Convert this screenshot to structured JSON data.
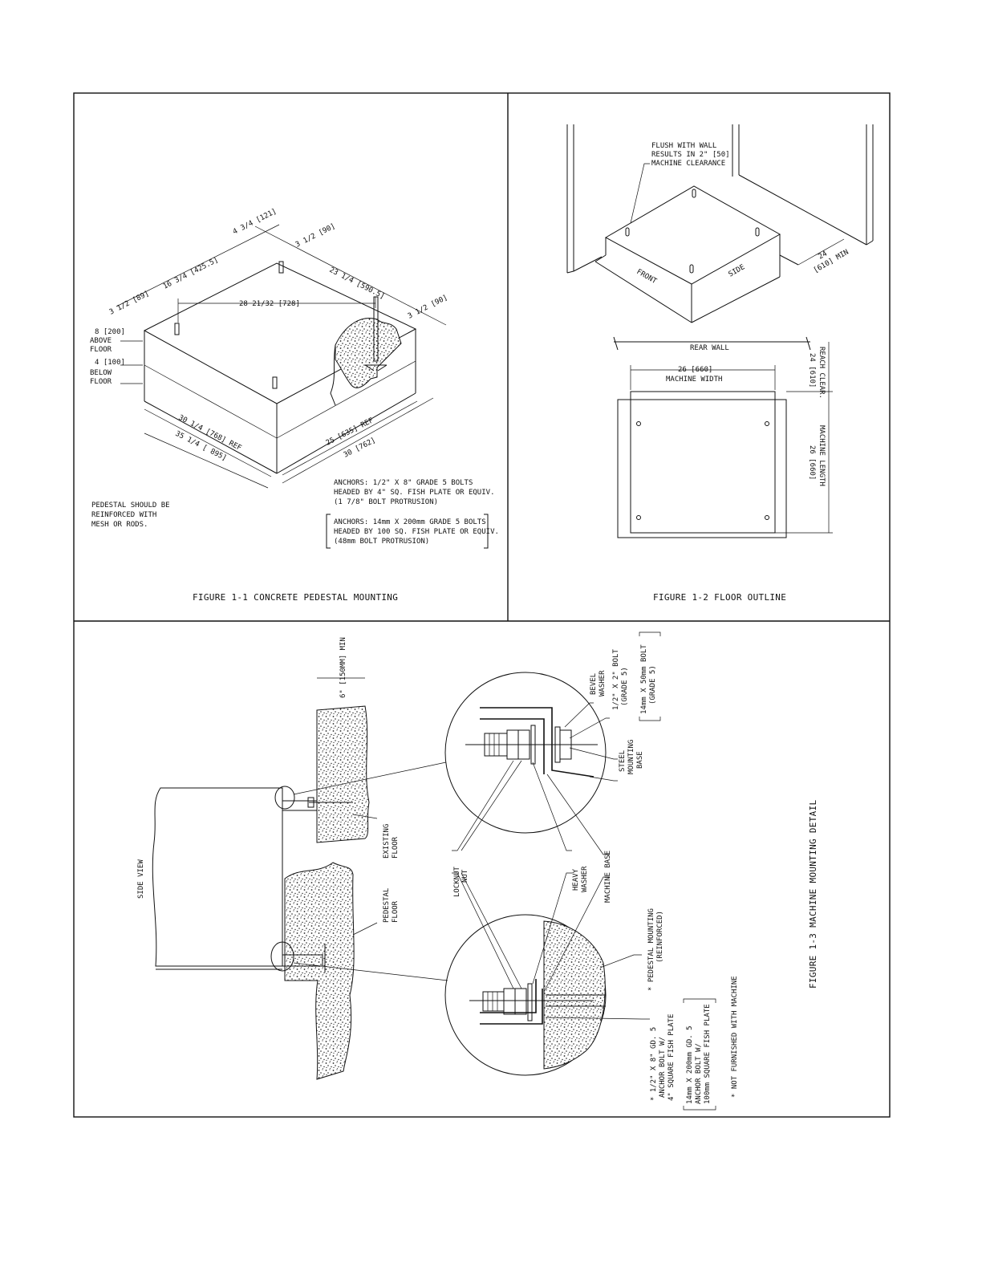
{
  "fig1": {
    "caption": "FIGURE 1-1   CONCRETE PEDESTAL MOUNTING",
    "dims": {
      "d_4_3_4": "4 3/4 [121]",
      "d_3_1_2_top": "3 1/2 [90]",
      "d_16_3_4": "16 3/4 [425.5]",
      "d_23_1_4": "23 1/4 [590.5]",
      "d_3_1_2_left": "3 1/2 [89]",
      "d_28": "28 21/32 [728]",
      "d_3_1_2_right": "3 1/2 [90]",
      "d_above_val": "8 [200]",
      "d_above_lbl1": "ABOVE",
      "d_above_lbl2": "FLOOR",
      "d_below_val": "4 [100]",
      "d_below_lbl1": "BELOW",
      "d_below_lbl2": "FLOOR",
      "d_30_1_4": "30 1/4 [768] REF",
      "d_35_1_4": "35 1/4 [ 895]",
      "d_25": "25 [635] REF",
      "d_30": "30 [762]"
    },
    "pedestal_note": [
      "PEDESTAL SHOULD BE",
      "REINFORCED WITH",
      "MESH OR RODS."
    ],
    "anchors_imperial": [
      "ANCHORS: 1/2\" X 8\" GRADE 5 BOLTS",
      "HEADED BY 4\" SQ. FISH PLATE OR EQUIV.",
      "(1 7/8\" BOLT PROTRUSION)"
    ],
    "anchors_metric": [
      "ANCHORS: 14mm  X 200mm GRADE 5 BOLTS",
      "HEADED BY 100 SQ. FISH PLATE OR EQUIV.",
      "(48mm BOLT PROTRUSION)"
    ]
  },
  "fig2": {
    "caption": "FIGURE 1-2   FLOOR OUTLINE",
    "flush_note": [
      "FLUSH WITH WALL",
      "RESULTS IN 2\" [50]",
      "MACHINE CLEARANCE"
    ],
    "front": "FRONT",
    "side": "SIDE",
    "d_24_min": "24",
    "d_24_min_2": "[610] MIN",
    "rear_wall": "REAR WALL",
    "machine_width_val": "26 [660]",
    "machine_width_lbl": "MACHINE WIDTH",
    "machine_length_lbl": "MACHINE LENGTH",
    "machine_length_val": "26 [660]",
    "reach_lbl": "REACH CLEAR.",
    "reach_val": "24 [610]"
  },
  "fig3": {
    "caption": "FIGURE 1-3   MACHINE MOUNTING DETAIL",
    "side_view": "SIDE VIEW",
    "d_6_min": "6\" [150MM] MIN",
    "existing_floor": [
      "EXISTING",
      "FLOOR"
    ],
    "pedestal_floor": [
      "PEDESTAL",
      "FLOOR"
    ],
    "locknut": "LOCKNUT",
    "nut": "NUT",
    "heavy_washer": [
      "HEAVY",
      "WASHER"
    ],
    "machine_base": "MACHINE BASE",
    "bevel_washer": [
      "BEVEL",
      "WASHER"
    ],
    "bolt_imp": [
      "1/2\" X 2\" BOLT",
      "(GRADE 5)"
    ],
    "bolt_met": [
      "14mm X 50mm BOLT",
      "(GRADE 5)"
    ],
    "steel_base": [
      "STEEL",
      "MOUNTING",
      "BASE"
    ],
    "ped_mount": [
      "* PEDESTAL MOUNTING",
      "(REINFORCED)"
    ],
    "anchor_imp": [
      "* 1/2\" X 8\" GD. 5",
      "ANCHOR BOLT W/",
      "4\" SQUARE FISH PLATE"
    ],
    "anchor_met": [
      "14mm X 200mm GD. 5",
      "ANCHOR BOLT W/",
      "100mm SQUARE FISH PLATE"
    ],
    "not_furnished": "* NOT FURNISHED WITH MACHINE"
  }
}
